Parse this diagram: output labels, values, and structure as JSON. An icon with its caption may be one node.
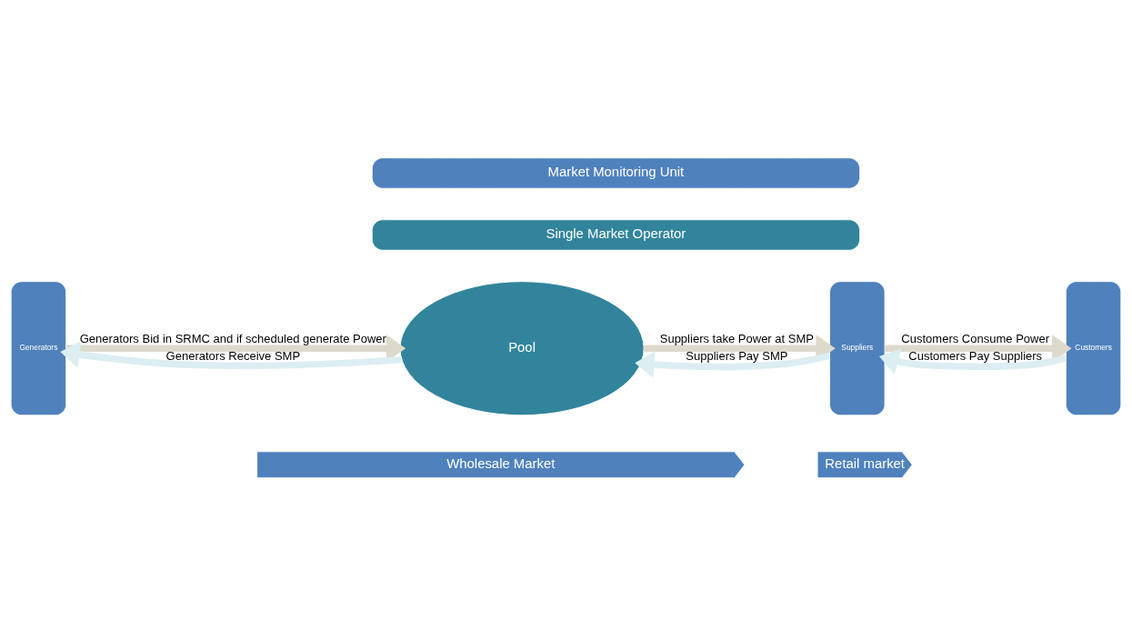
{
  "diagram": {
    "nodes": [
      {
        "text": [
          "Market Monitoring Unit"
        ]
      },
      {
        "text": [
          "Single Market Operator"
        ]
      },
      {
        "text": [
          "Generators"
        ]
      },
      {
        "text": [
          "Pool"
        ]
      },
      {
        "text": [
          "Suppliers"
        ]
      },
      {
        "text": [
          "Customers"
        ]
      },
      {
        "text": [
          "Wholesale Market"
        ]
      },
      {
        "text": [
          "Retail market"
        ]
      }
    ],
    "edges": [
      {
        "from": 3,
        "to": 2,
        "arrow": "to",
        "label": "Generators Receive SMP",
        "color": "#ddeef2"
      },
      {
        "from": 2,
        "to": 3,
        "arrow": "to",
        "label": "Generators Bid in SRMC and if scheduled generate Power",
        "color": "#dddacc"
      },
      {
        "from": 4,
        "to": 3,
        "arrow": "to",
        "label": "Suppliers Pay SMP",
        "color": "#ddeef2"
      },
      {
        "from": 3,
        "to": 4,
        "arrow": "to",
        "label": "Suppliers take Power at SMP",
        "color": "#dddacc"
      },
      {
        "from": 5,
        "to": 4,
        "arrow": "to",
        "label": "Customers Pay Suppliers",
        "color": "#ddeef2"
      },
      {
        "from": 4,
        "to": 5,
        "arrow": "to",
        "label": "Customers Consume Power",
        "color": "#dddacc"
      }
    ]
  }
}
